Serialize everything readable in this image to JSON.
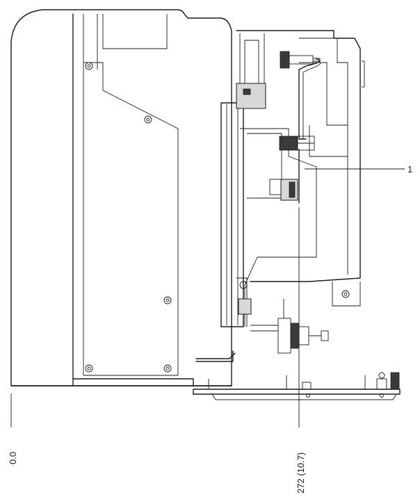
{
  "callouts": [
    {
      "label": "1"
    }
  ],
  "dimensions": {
    "origin_label": "0.0",
    "depth_label": "272 (10.7)"
  }
}
